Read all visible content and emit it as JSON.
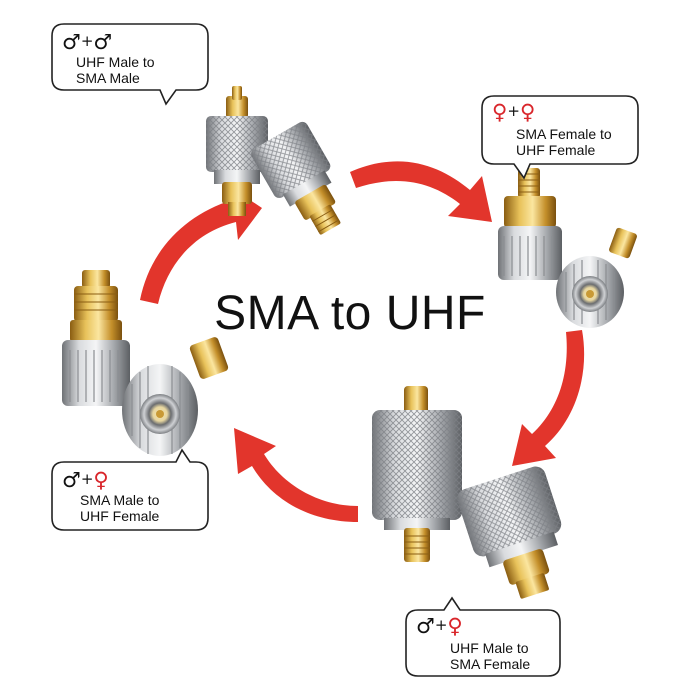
{
  "headline": "SMA to UHF",
  "symbols": {
    "male": "♂",
    "female": "♀",
    "plus": "+"
  },
  "colors": {
    "arrow": "#e2352c",
    "female_symbol": "#d9262b",
    "nickel": "#b7b9bd",
    "gold": "#d8a93a"
  },
  "callouts": [
    {
      "id": "tl",
      "left_symbol": "male",
      "right_symbol": "male",
      "line1": "UHF Male to",
      "line2": "SMA Male"
    },
    {
      "id": "tr",
      "left_symbol": "female",
      "right_symbol": "female",
      "line1": "SMA Female to",
      "line2": "UHF Female"
    },
    {
      "id": "bl",
      "left_symbol": "male",
      "right_symbol": "female",
      "line1": "SMA Male to",
      "line2": "UHF Female"
    },
    {
      "id": "br",
      "left_symbol": "male",
      "right_symbol": "female",
      "line1": "UHF Male to",
      "line2": "SMA Female"
    }
  ]
}
